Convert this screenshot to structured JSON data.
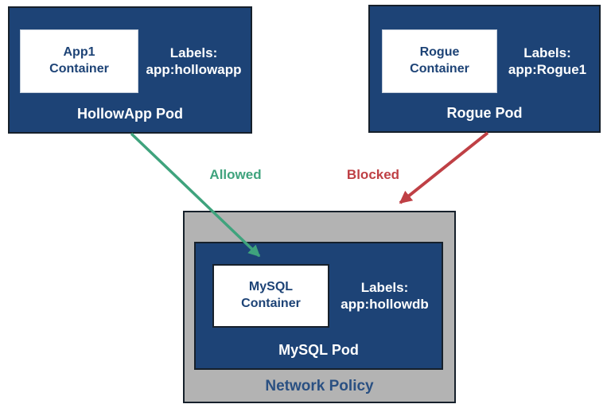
{
  "colors": {
    "pod_blue": "#1d4376",
    "policy_gray": "#b3b3b3",
    "border_dark": "#16202b",
    "allowed_green": "#3fa37d",
    "blocked_red": "#bf4045",
    "pod_text_white": "#ffffff",
    "network_policy_text_blue": "#2a5082"
  },
  "pods": {
    "hollowapp": {
      "container_line1": "App1",
      "container_line2": "Container",
      "labels_title": "Labels:",
      "labels_value": "app:hollowapp",
      "pod_name": "HollowApp Pod"
    },
    "rogue": {
      "container_line1": "Rogue",
      "container_line2": "Container",
      "labels_title": "Labels:",
      "labels_value": "app:Rogue1",
      "pod_name": "Rogue Pod"
    },
    "mysql": {
      "container_line1": "MySQL",
      "container_line2": "Container",
      "labels_title": "Labels:",
      "labels_value": "app:hollowdb",
      "pod_name": "MySQL Pod"
    }
  },
  "network_policy": {
    "label": "Network Policy"
  },
  "arrows": {
    "allowed": {
      "label": "Allowed"
    },
    "blocked": {
      "label": "Blocked"
    }
  }
}
